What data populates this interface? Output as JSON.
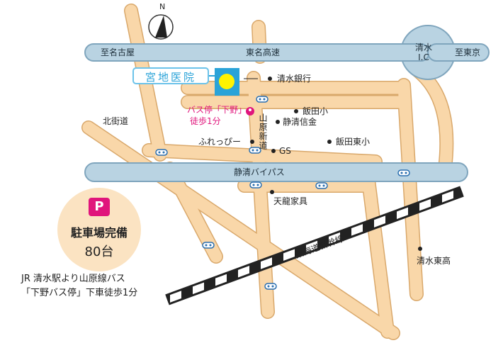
{
  "compass": {
    "north": "N"
  },
  "roads": {
    "tomei_to_nagoya": "至名古屋",
    "tomei_name": "東名高速",
    "ic_name": "清水\nI.C",
    "to_tokyo": "至東京",
    "bypass": "静清バイパス",
    "kita_kaido": "北街道",
    "yamahara_shindo": "山原新道",
    "shinkansen": "東海道新幹線"
  },
  "clinic": {
    "name": "宮地医院"
  },
  "landmarks": {
    "shimizu_bank": "清水銀行",
    "iida_elementary": "飯田小",
    "seisei_shinkin": "静清信金",
    "iida_east_elementary": "飯田東小",
    "furepi": "ふれっぴー",
    "gs": "GS",
    "tenryu_furniture": "天龍家具",
    "shimizu_east_high": "清水東高"
  },
  "bus_stop": {
    "line1": "バス停「下野」",
    "line2": "徒歩1分"
  },
  "parking": {
    "icon": "P",
    "label": "駐車場完備",
    "count": "80台"
  },
  "access": {
    "line1": "JR 清水駅より山原線バス",
    "line2": "「下野バス停」下車徒歩1分"
  },
  "colors": {
    "road_fill": "#f9d7a9",
    "road_edge": "#d9a86b",
    "highway_fill": "#b9d3e2",
    "highway_edge": "#7fa5bd",
    "clinic_marker": "#2aa3d8",
    "clinic_dot": "#fff200",
    "accent_pink": "#e0157c",
    "parking_circle": "#fbe3c2",
    "rail_dark": "#222222"
  }
}
